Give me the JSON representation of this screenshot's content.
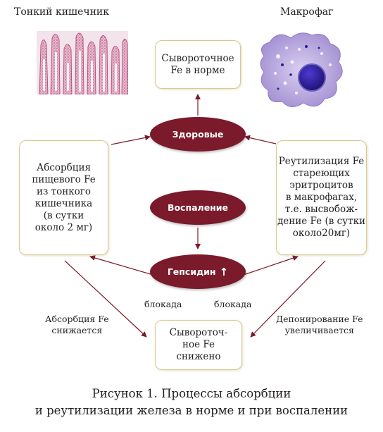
{
  "labels": {
    "intestine": "Тонкий кишечник",
    "macrophage": "Макрофаг"
  },
  "boxes": {
    "serum_normal": "Сывороточное\nFe в норме",
    "absorption": "Абсорбция\nпищевого Fe\nиз тонкого\nкишечника\n(в сутки\nоколо 2 мг)",
    "reutilization": "Реутилизация Fe\nстареющих\nэритроцитов\nв макрофагах,\nт.е. высвобож-\nдение Fe (в сутки\nоколо20мг)",
    "serum_low": "Сывороточ-\nное Fe\nснижено"
  },
  "ovals": {
    "healthy": "Здоровые",
    "inflammation": "Воспаление",
    "hepcidin": "Гепсидин"
  },
  "notes": {
    "block_left": "блокада",
    "block_right": "блокада",
    "absorption_reduced": "Абсорбция Fe\nснижается",
    "deposition_increased": "Депонирование Fe\nувеличивается"
  },
  "caption": {
    "line1": "Рисунок 1. Процессы абсорбции",
    "line2": "и реутилизации железа в норме и при воспалении"
  },
  "colors": {
    "oval": "#7a1a2a",
    "arrow": "#7a1a2a",
    "box_border": "#d9c890",
    "macrophage": "#b9a9dc",
    "nucleus": "#2b1a8c"
  }
}
